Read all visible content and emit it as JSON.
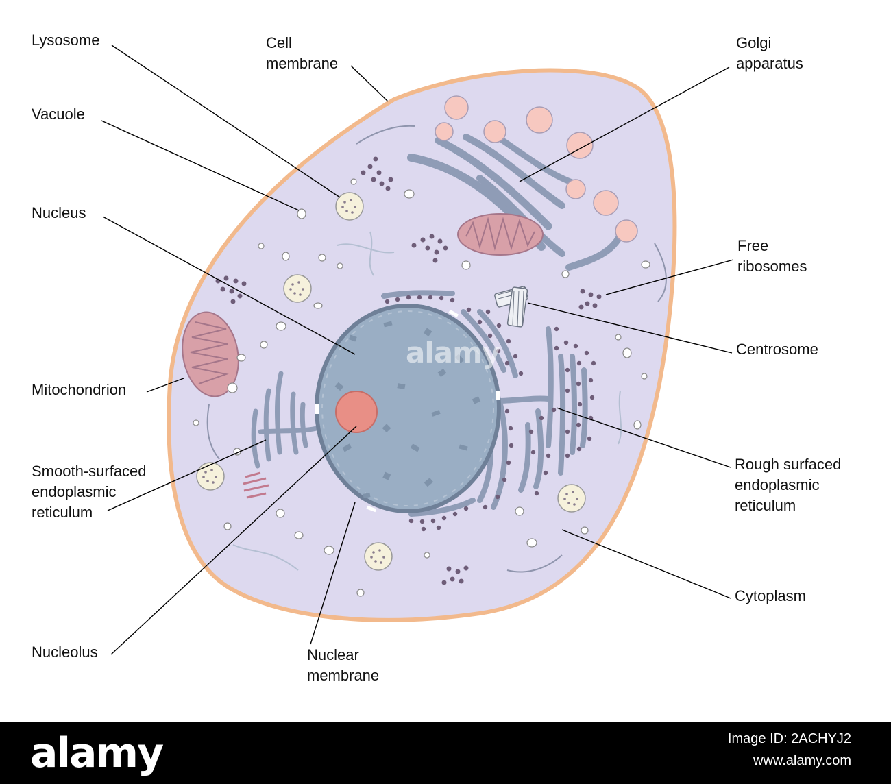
{
  "labels": {
    "lysosome": "Lysosome",
    "cell_membrane": "Cell\nmembrane",
    "golgi": "Golgi\napparatus",
    "vacuole": "Vacuole",
    "nucleus": "Nucleus",
    "free_ribosomes": "Free\nribosomes",
    "centrosome": "Centrosome",
    "mitochondrion": "Mitochondrion",
    "smooth_er": "Smooth-surfaced\nendoplasmic\nreticulum",
    "rough_er": "Rough surfaced\nendoplasmic\nreticulum",
    "cytoplasm": "Cytoplasm",
    "nucleolus": "Nucleolus",
    "nuclear_membrane": "Nuclear\nmembrane"
  },
  "colors": {
    "cytoplasm": "#ddd9ef",
    "membrane": "#f2b98c",
    "nucleus": "#9aaec4",
    "nucleolus": "#e88f86",
    "organelle": "#9aa8c0",
    "ribosome": "#6e5d78",
    "mitochondrion": "#d8a0a8",
    "golgi_vesicle": "#f7c8c0"
  },
  "watermark": "alamy",
  "footer": {
    "logo": "alamy",
    "stock_id": "Image ID: 2ACHYJ2",
    "url": "www.alamy.com"
  }
}
